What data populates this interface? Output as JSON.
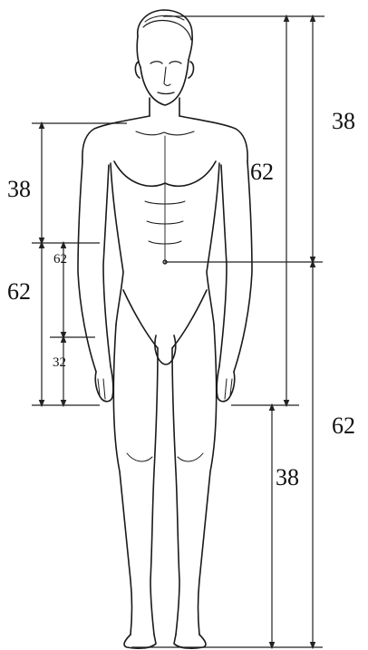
{
  "labels": {
    "head_to_navel_right": "38",
    "head_to_crotch_right": "62",
    "navel_to_floor_right": "62",
    "hand_to_floor_right": "38",
    "shoulder_to_navel_left": "38",
    "navel_to_hand_left": "62",
    "small_62": "62",
    "small_32": "32"
  },
  "colors": {
    "ink": "#1a1a1a",
    "background": "#ffffff"
  }
}
